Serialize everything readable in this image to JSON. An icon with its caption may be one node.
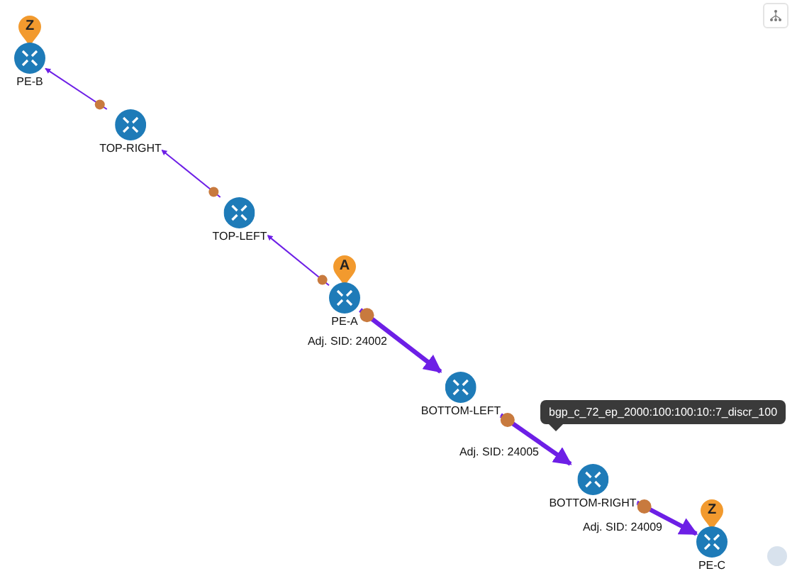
{
  "diagram": {
    "nodes": [
      {
        "text": [
          "PE-B"
        ],
        "beside": [
          "Z"
        ]
      },
      {
        "text": [
          "TOP-RIGHT"
        ]
      },
      {
        "text": [
          "TOP-LEFT"
        ]
      },
      {
        "text": [
          "PE-A"
        ],
        "beside": [
          "A"
        ]
      },
      {
        "text": [
          "BOTTOM-LEFT"
        ]
      },
      {
        "text": [
          "BOTTOM-RIGHT"
        ]
      },
      {
        "text": [
          "PE-C"
        ],
        "beside": [
          "Z"
        ]
      }
    ],
    "edges": [
      {
        "from": 3,
        "to": 2,
        "arrow": "to"
      },
      {
        "from": 2,
        "to": 1,
        "arrow": "to"
      },
      {
        "from": 1,
        "to": 0,
        "arrow": "to"
      },
      {
        "from": 3,
        "to": 4,
        "arrow": "to",
        "style": "thick",
        "label": "Adj. SID: 24002"
      },
      {
        "from": 4,
        "to": 5,
        "arrow": "to",
        "style": "thick",
        "label": "Adj. SID: 24005"
      },
      {
        "from": 5,
        "to": 6,
        "arrow": "to",
        "style": "thick",
        "label": "Adj. SID: 24009"
      }
    ],
    "labels": [
      "bgp_c_72_ep_2000:100:100:10::7_discr_100"
    ]
  }
}
